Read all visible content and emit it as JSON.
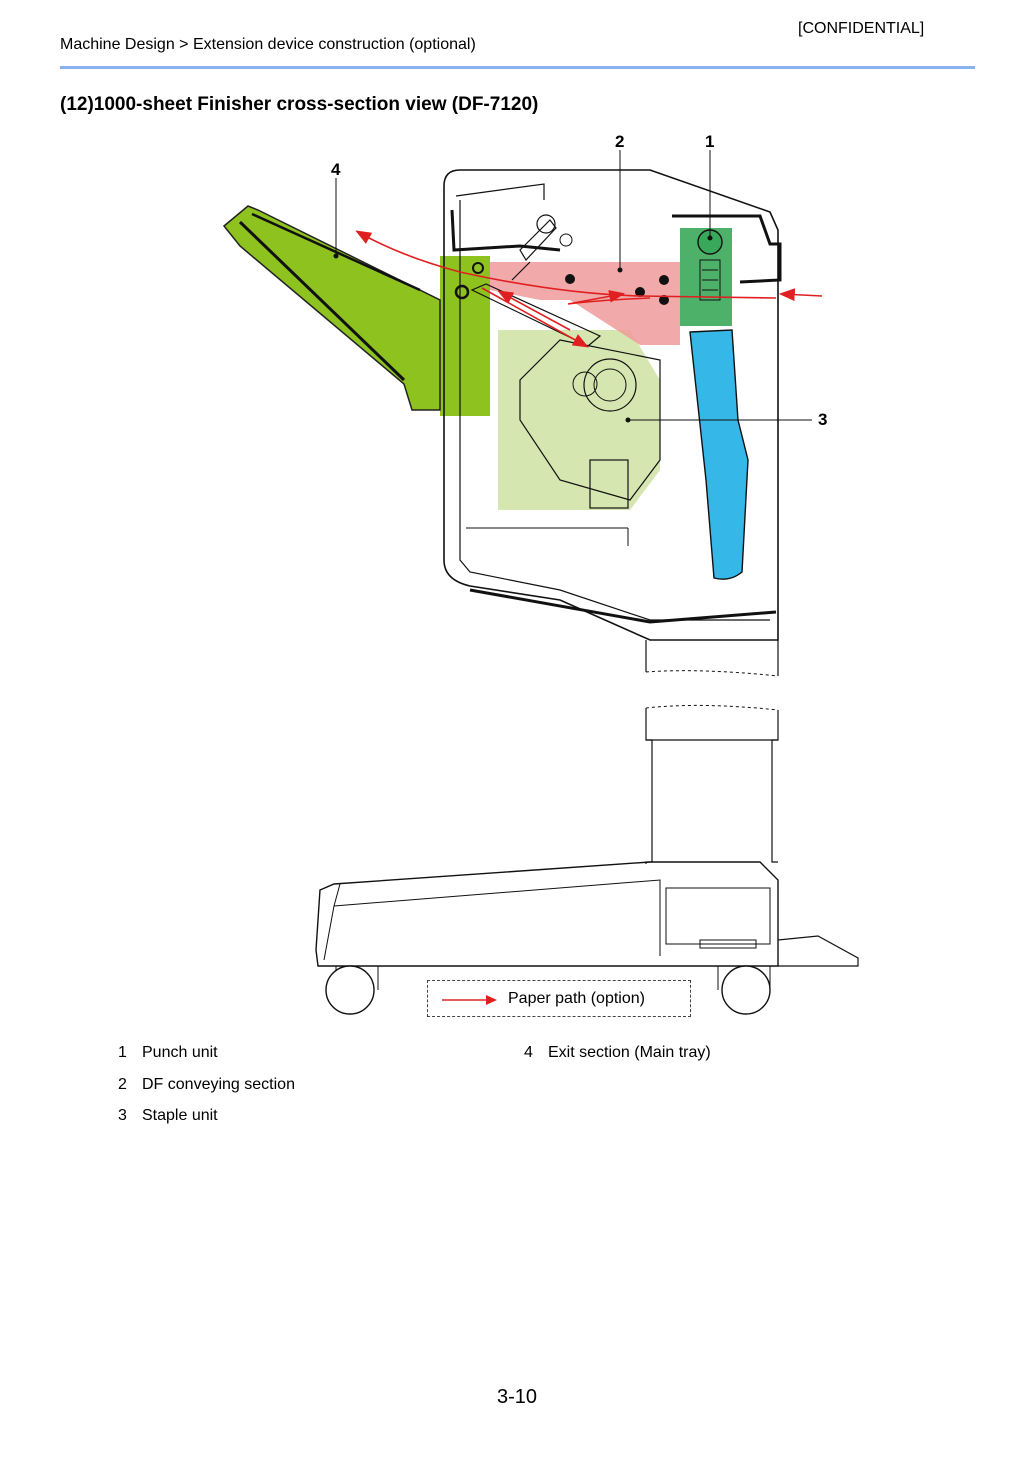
{
  "header": {
    "confidential": "[CONFIDENTIAL]",
    "breadcrumb": "Machine Design > Extension device construction (optional)"
  },
  "title": "(12)1000-sheet Finisher cross-section view (DF-7120)",
  "diagram": {
    "callouts": [
      "1",
      "2",
      "3",
      "4"
    ],
    "colors": {
      "punch": "#3aa85a",
      "conveying": "#f09a9a",
      "staple": "#d6e6b0",
      "exit": "#8dc21f",
      "blue_part": "#35b8e8",
      "paper_path": "#e02020"
    }
  },
  "legend": {
    "label": "Paper path (option)"
  },
  "items": [
    {
      "num": "1",
      "label": "Punch unit"
    },
    {
      "num": "2",
      "label": "DF conveying section"
    },
    {
      "num": "3",
      "label": "Staple unit"
    },
    {
      "num": "4",
      "label": "Exit section (Main tray)"
    }
  ],
  "page_number": "3-10"
}
